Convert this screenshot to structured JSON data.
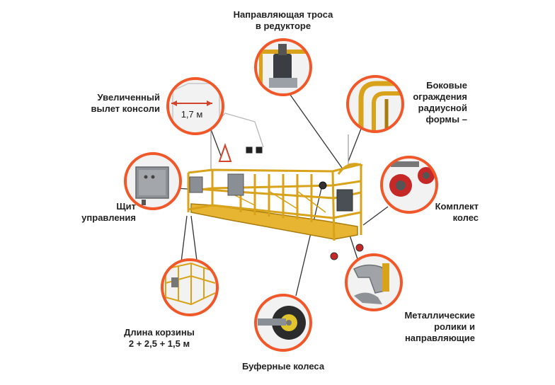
{
  "labels": {
    "rope_guide": "Направляющая троса\nв редукторе",
    "side_guards": "Боковые\nограждения\nрадиусной\nформы –",
    "wheel_set": "Комплект\nколес",
    "metal_rollers": "Металлические\nролики  и\nнаправляющие",
    "buffer_wheels": "Буферные колеса",
    "basket_length": "Длина корзины\n2 + 2,5 + 1,5 м",
    "control_panel": "Щит\nуправления",
    "console_reach": "Увеличенный\nвылет консоли",
    "reach_value": "1,7 м"
  },
  "colors": {
    "callout_ring": "#f0582a",
    "leader_line": "#333333",
    "platform": "#d8a21a",
    "platform_dark": "#a97c0c"
  }
}
